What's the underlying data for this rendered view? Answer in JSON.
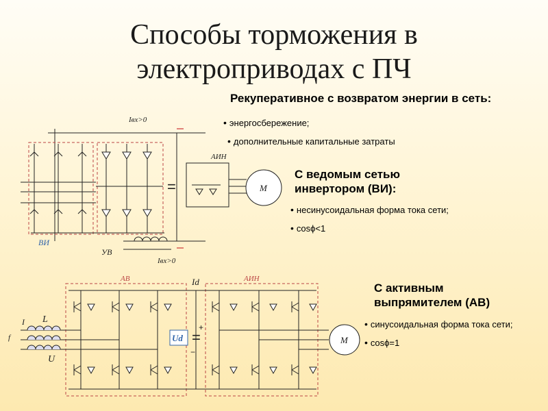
{
  "title": {
    "line1": "Способы торможения в",
    "line2": "электроприводах с ПЧ"
  },
  "regen": {
    "heading": "Рекуперативное с возвратом энергии в сеть:",
    "bullets": [
      "энергосбережение;",
      "дополнительные капитальные затраты"
    ]
  },
  "vi": {
    "heading_line1": "С ведомым сетью",
    "heading_line2": "инвертором (ВИ):",
    "bullets": [
      "несинусоидальная форма тока сети;",
      "cosϕ<1"
    ]
  },
  "ab": {
    "heading_line1": "С активным",
    "heading_line2": "выпрямителем (АВ)",
    "bullets": [
      "синусоидальная форма тока сети;",
      "cosϕ=1"
    ]
  },
  "labels": {
    "vi_block": "ВИ",
    "uv_block": "УВ",
    "ain_top": "АИН",
    "iin_top": "Iвх>0",
    "iin_bottom": "Iвх>0",
    "eq_top": "=",
    "motor_top": "M",
    "ab_block": "АВ",
    "aii_block": "АИН",
    "id_label": "Id",
    "ud_label": "Ud",
    "eq_bottom": "=",
    "plus": "+",
    "minus": "−",
    "l_label": "L",
    "u_label": "U",
    "i_label": "I",
    "f_label": "f",
    "motor_bottom": "M"
  }
}
